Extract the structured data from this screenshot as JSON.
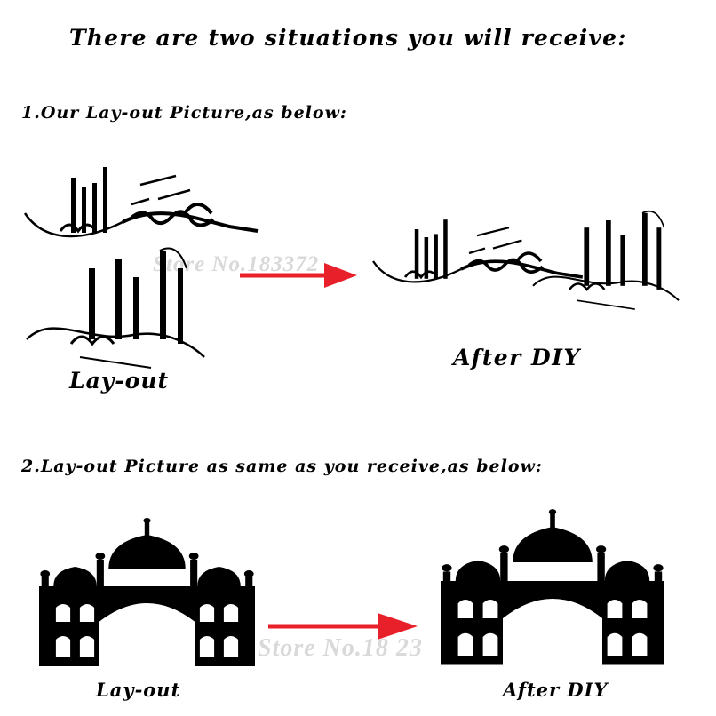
{
  "title": "There are two situations you will receive:",
  "situation1": {
    "heading": "1.Our Lay-out Picture,as below:",
    "layout_caption": "Lay-out",
    "after_caption": "After DIY",
    "watermark": "Store No.183372"
  },
  "situation2": {
    "heading": "2.Lay-out Picture as same as you receive,as below:",
    "layout_caption": "Lay-out",
    "after_caption": "After DIY",
    "watermark": "Store No.18 23"
  },
  "colors": {
    "text": "#000000",
    "arrow": "#e8202a",
    "watermark": "#d9d9d9",
    "background": "#ffffff"
  },
  "icons": [
    "calligraphy-decal",
    "mosque-silhouette",
    "right-arrow-icon"
  ]
}
